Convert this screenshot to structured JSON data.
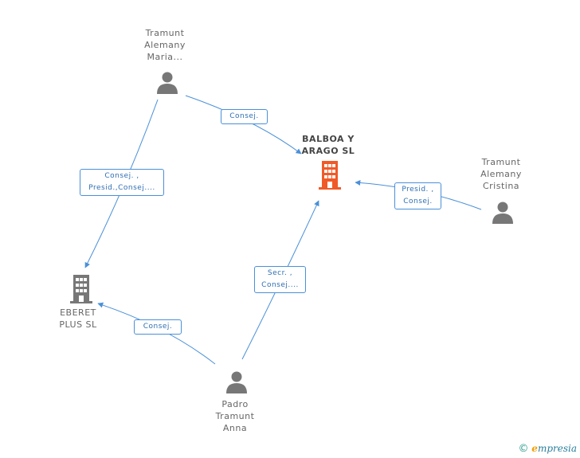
{
  "nodes": {
    "maria": {
      "lines": [
        "Tramunt",
        "Alemany",
        "Maria..."
      ]
    },
    "balboa": {
      "lines": [
        "BALBOA Y",
        "ARAGO  SL"
      ]
    },
    "cristina": {
      "lines": [
        "Tramunt",
        "Alemany",
        "Cristina"
      ]
    },
    "eberet": {
      "lines": [
        "EBERET",
        "PLUS  SL"
      ]
    },
    "anna": {
      "lines": [
        "Padro",
        "Tramunt",
        "Anna"
      ]
    }
  },
  "edges": {
    "maria_balboa": {
      "lines": [
        "Consej."
      ]
    },
    "maria_eberet": {
      "lines": [
        "Consej. ,",
        "Presid.,Consej...."
      ]
    },
    "cristina_balboa": {
      "lines": [
        "Presid. ,",
        "Consej."
      ]
    },
    "anna_balboa": {
      "lines": [
        "Secr. ,",
        "Consej...."
      ]
    },
    "anna_eberet": {
      "lines": [
        "Consej."
      ]
    }
  },
  "colors": {
    "edge": "#4a90d9",
    "person": "#777777",
    "main_company": "#f05a28",
    "company": "#777777"
  },
  "footer": {
    "copyright": "©",
    "brand_initial": "e",
    "brand_rest": "mpresia"
  }
}
